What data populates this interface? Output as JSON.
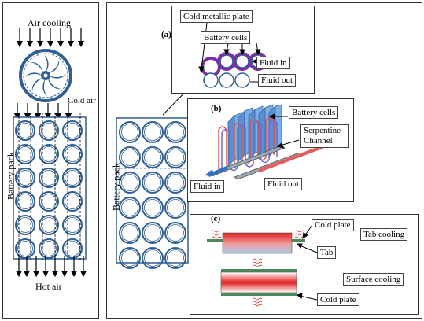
{
  "left_panel": {
    "air_cooling": "Air cooling",
    "cold_air": "Cold air",
    "battery_pack": "Battery pack",
    "hot_air": "Hot air"
  },
  "middle": {
    "battery_pack": "Battery pack"
  },
  "panel_a": {
    "tag": "(a)",
    "cold_metallic_plate": "Cold metallic plate",
    "battery_cells": "Battery cells",
    "fluid_in": "Fluid in",
    "fluid_out": "Fluid out"
  },
  "panel_b": {
    "tag": "(b)",
    "battery_cells": "Battery cells",
    "serpentine_channel": "Serpentine Channel",
    "fluid_in": "Fluid in",
    "fluid_out": "Fluid out"
  },
  "panel_c": {
    "tag": "(c)",
    "cold_plate_top": "Cold plate",
    "tab_cooling": "Tab cooling",
    "tab": "Tab",
    "surface_cooling": "Surface cooling",
    "cold_plate_bottom": "Cold plate"
  },
  "colors": {
    "cell_outline": "#3a5f8f",
    "purple_plate": "#7b2fa3",
    "hot_red": "#e02020",
    "cold_blue": "#a9c7e8"
  }
}
